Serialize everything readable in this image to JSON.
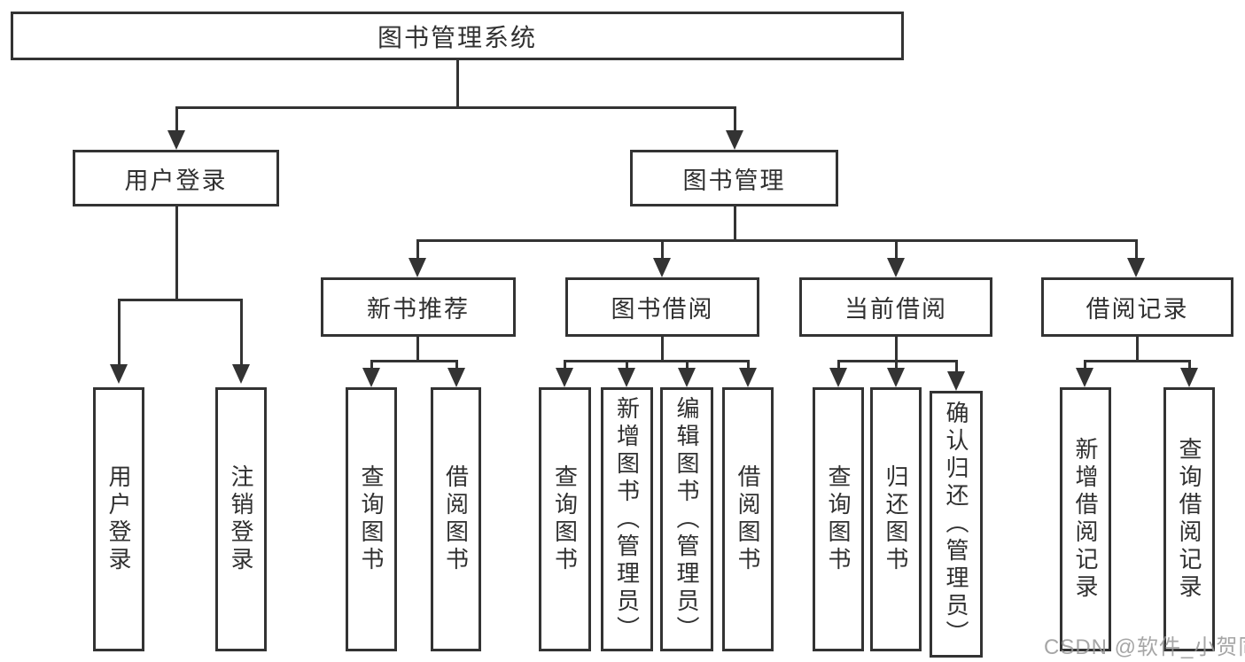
{
  "colors": {
    "line": "#333333",
    "text": "#303030",
    "background": "#ffffff",
    "watermark": "#969696"
  },
  "tree": {
    "root": {
      "label": "图书管理系统"
    },
    "branches": [
      {
        "label": "用户登录",
        "children": [
          {
            "label": "用户登录"
          },
          {
            "label": "注销登录"
          }
        ]
      },
      {
        "label": "图书管理",
        "children": [
          {
            "label": "新书推荐",
            "children": [
              {
                "label": "查询图书"
              },
              {
                "label": "借阅图书"
              }
            ]
          },
          {
            "label": "图书借阅",
            "children": [
              {
                "label": "查询图书"
              },
              {
                "label": "新增图书（管理员）"
              },
              {
                "label": "编辑图书（管理员）"
              },
              {
                "label": "借阅图书"
              }
            ]
          },
          {
            "label": "当前借阅",
            "children": [
              {
                "label": "查询图书"
              },
              {
                "label": "归还图书"
              },
              {
                "label": "确认归还（管理员）"
              }
            ]
          },
          {
            "label": "借阅记录",
            "children": [
              {
                "label": "新增借阅记录"
              },
              {
                "label": "查询借阅记录"
              }
            ]
          }
        ]
      }
    ]
  },
  "watermark": {
    "text": "CSDN @软件_小贺同学"
  }
}
